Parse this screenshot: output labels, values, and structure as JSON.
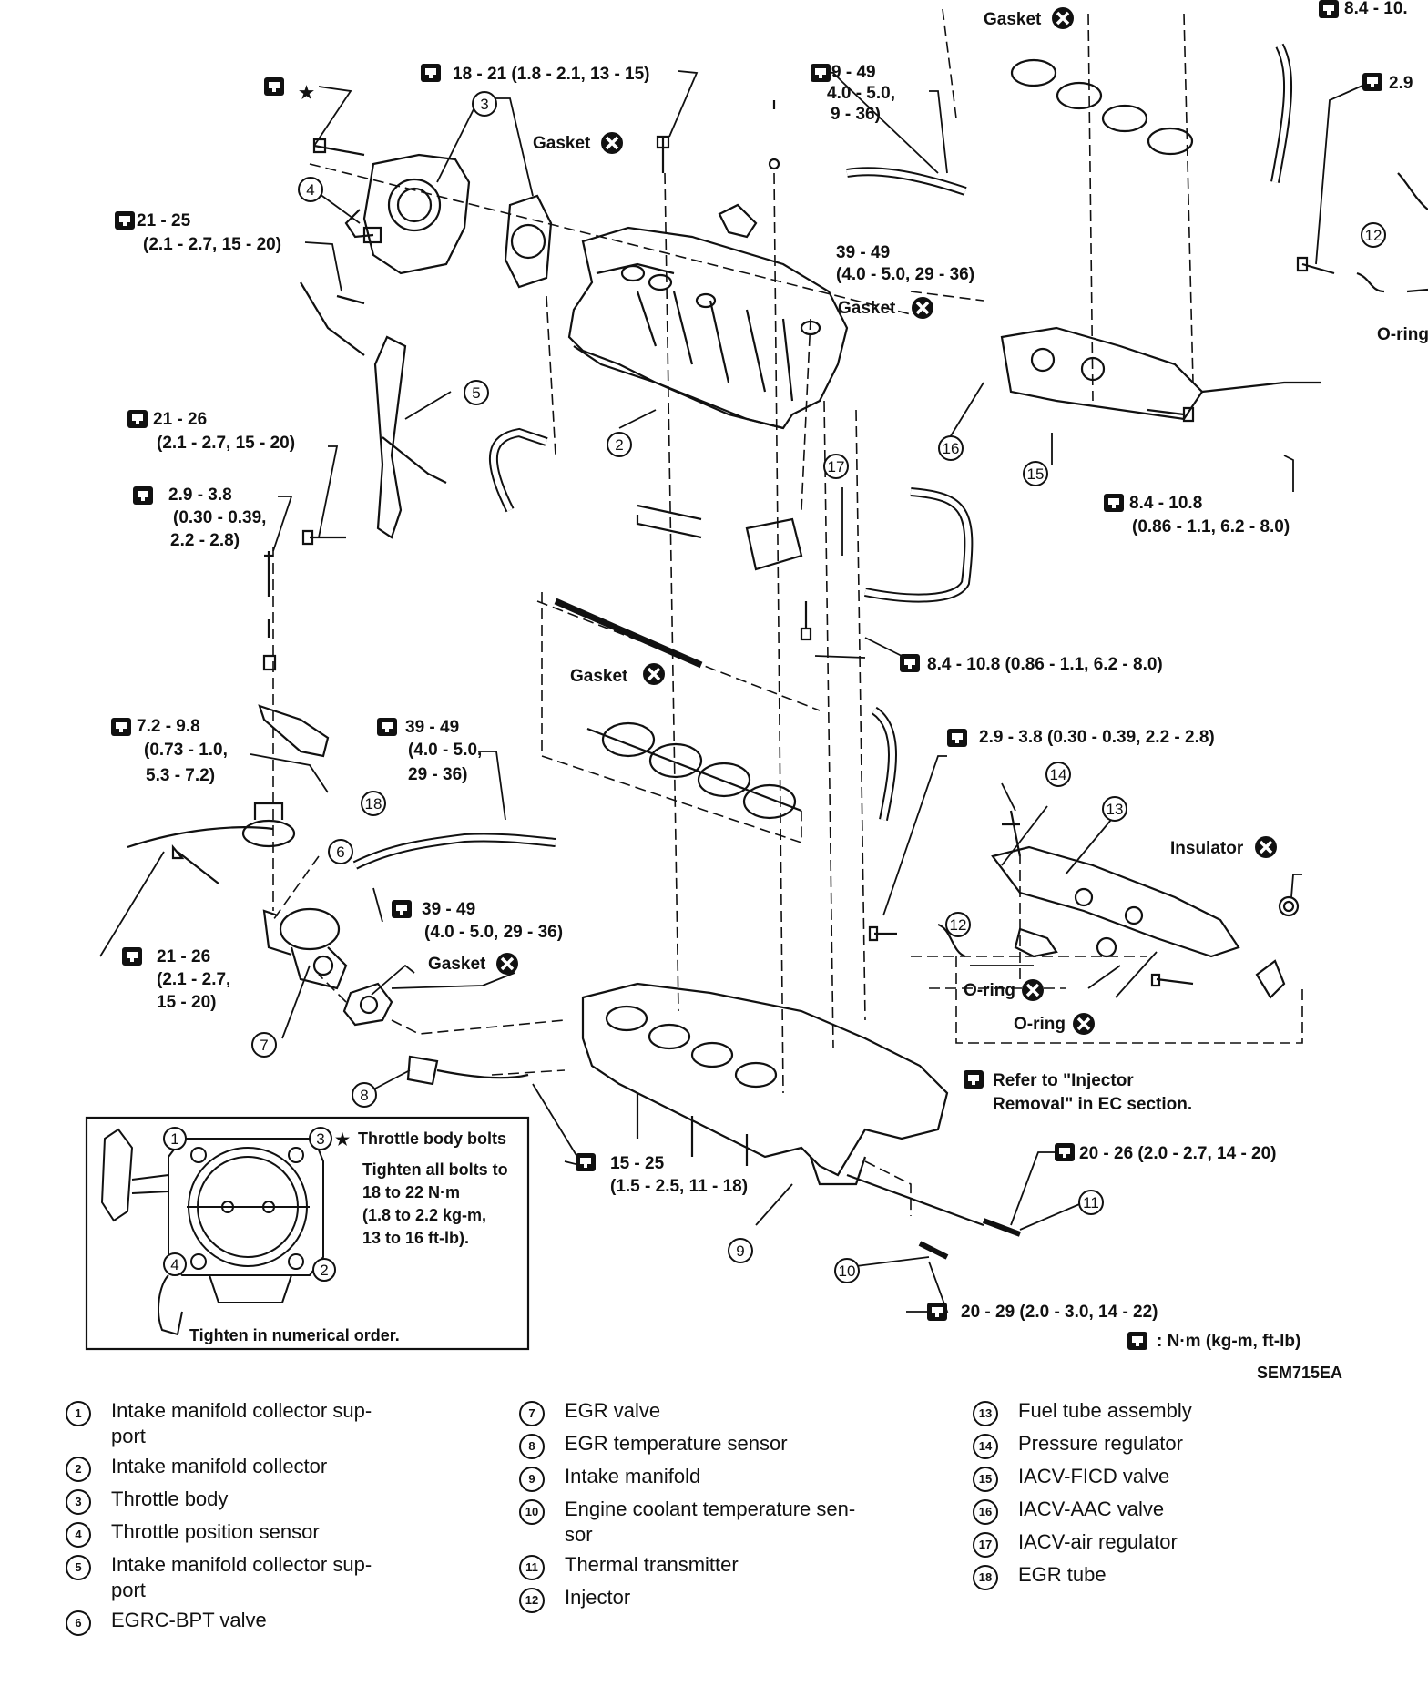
{
  "figure_id": "SEM715EA",
  "unit_note": ": N·m (kg-m, ft-lb)",
  "gasket": "Gasket",
  "insulator": "Insulator",
  "oring": "O-ring",
  "star": "★",
  "torques": {
    "t1": "18 - 21 (1.8 - 2.1, 13 - 15)",
    "t2a": "9 - 49",
    "t2b": "4.0 - 5.0,",
    "t2c": "9 - 36)",
    "t3a": "21 - 25",
    "t3b": "(2.1 - 2.7, 15 - 20)",
    "t4a": "39 - 49",
    "t4b": "(4.0 - 5.0, 29 - 36)",
    "t5a": "21 - 26",
    "t5b": "(2.1 - 2.7, 15 - 20)",
    "t6a": "2.9 - 3.8",
    "t6b": "(0.30 - 0.39,",
    "t6c": "2.2 - 2.8)",
    "t7a": "8.4 - 10.8",
    "t7b": "(0.86 - 1.1, 6.2 - 8.0)",
    "t8": "8.4 - 10.8 (0.86 - 1.1, 6.2 - 8.0)",
    "t9a": "7.2 - 9.8",
    "t9b": "(0.73 - 1.0,",
    "t9c": "5.3 - 7.2)",
    "t10a": "39 - 49",
    "t10b": "(4.0 - 5.0,",
    "t10c": "29 - 36)",
    "t11": "2.9 - 3.8 (0.30 - 0.39, 2.2 - 2.8)",
    "t12a": "39 - 49",
    "t12b": "(4.0 - 5.0, 29 - 36)",
    "t13a": "21 - 26",
    "t13b": "(2.1 - 2.7,",
    "t13c": "15 - 20)",
    "t14a": "15 - 25",
    "t14b": "(1.5 - 2.5, 11 - 18)",
    "t15": "20 - 26 (2.0 - 2.7, 14 - 20)",
    "t16": "20 - 29 (2.0 - 3.0, 14 - 22)",
    "t17": "2.9",
    "t18": "8.4 - 10."
  },
  "refer_note": {
    "line1": "Refer to \"Injector",
    "line2": "Removal\" in EC section."
  },
  "inset": {
    "title": "Throttle body bolts",
    "text1": "Tighten all bolts to",
    "text2": "18 to 22 N·m",
    "text3": "(1.8 to 2.2 kg-m,",
    "text4": "13 to 16 ft-lb).",
    "footer": "Tighten in numerical order."
  },
  "legend": {
    "col1": [
      {
        "n": "1",
        "t": "Intake manifold collector sup-",
        "t2": "port"
      },
      {
        "n": "2",
        "t": "Intake manifold collector",
        "t2": ""
      },
      {
        "n": "3",
        "t": "Throttle body",
        "t2": ""
      },
      {
        "n": "4",
        "t": "Throttle position sensor",
        "t2": ""
      },
      {
        "n": "5",
        "t": "Intake manifold collector sup-",
        "t2": "port"
      },
      {
        "n": "6",
        "t": "EGRC-BPT valve",
        "t2": ""
      }
    ],
    "col2": [
      {
        "n": "7",
        "t": "EGR valve",
        "t2": ""
      },
      {
        "n": "8",
        "t": "EGR temperature sensor",
        "t2": ""
      },
      {
        "n": "9",
        "t": "Intake manifold",
        "t2": ""
      },
      {
        "n": "10",
        "t": "Engine coolant temperature sen-",
        "t2": "sor"
      },
      {
        "n": "11",
        "t": "Thermal transmitter",
        "t2": ""
      },
      {
        "n": "12",
        "t": "Injector",
        "t2": ""
      }
    ],
    "col3": [
      {
        "n": "13",
        "t": "Fuel tube assembly",
        "t2": ""
      },
      {
        "n": "14",
        "t": "Pressure regulator",
        "t2": ""
      },
      {
        "n": "15",
        "t": "IACV-FICD valve",
        "t2": ""
      },
      {
        "n": "16",
        "t": "IACV-AAC valve",
        "t2": ""
      },
      {
        "n": "17",
        "t": "IACV-air regulator",
        "t2": ""
      },
      {
        "n": "18",
        "t": "EGR tube",
        "t2": ""
      }
    ]
  }
}
